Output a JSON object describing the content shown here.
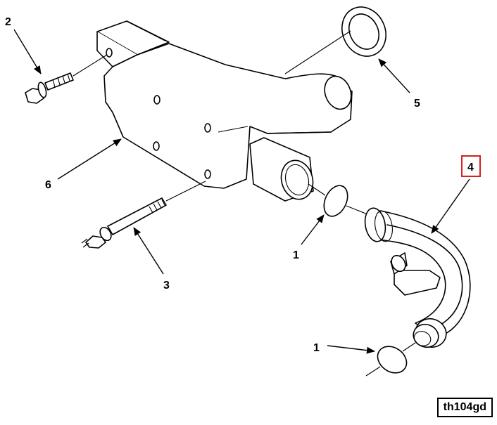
{
  "callouts": {
    "c1a": "1",
    "c1b": "1",
    "c2": "2",
    "c3": "3",
    "c4": "4",
    "c5": "5",
    "c6": "6"
  },
  "highlight_color": "#d32020",
  "drawing_code": "th104gd"
}
